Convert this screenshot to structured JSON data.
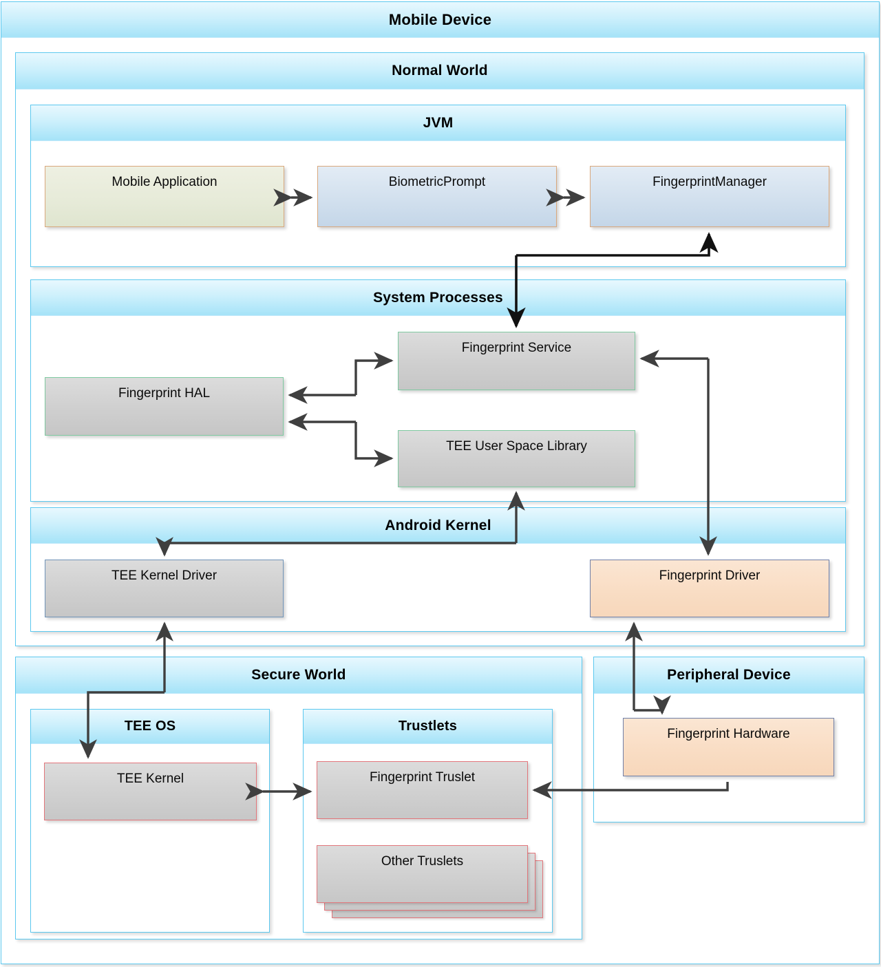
{
  "diagram": {
    "title": "Mobile Device",
    "type": "architecture-block-diagram"
  },
  "groups": {
    "mobile_device": {
      "title": "Mobile Device"
    },
    "normal_world": {
      "title": "Normal World"
    },
    "jvm": {
      "title": "JVM"
    },
    "system_processes": {
      "title": "System Processes"
    },
    "android_kernel": {
      "title": "Android Kernel"
    },
    "secure_world": {
      "title": "Secure World"
    },
    "tee_os": {
      "title": "TEE OS"
    },
    "trustlets": {
      "title": "Trustlets"
    },
    "peripheral_device": {
      "title": "Peripheral Device"
    }
  },
  "nodes": {
    "mobile_application": {
      "label": "Mobile Application"
    },
    "biometric_prompt": {
      "label": "BiometricPrompt"
    },
    "fingerprint_manager": {
      "label": "FingerprintManager"
    },
    "fingerprint_service": {
      "label": "Fingerprint Service"
    },
    "fingerprint_hal": {
      "label": "Fingerprint HAL"
    },
    "tee_user_space_library": {
      "label": "TEE User Space Library"
    },
    "tee_kernel_driver": {
      "label": "TEE Kernel Driver"
    },
    "fingerprint_driver": {
      "label": "Fingerprint Driver"
    },
    "tee_kernel": {
      "label": "TEE Kernel"
    },
    "fingerprint_truslet": {
      "label": "Fingerprint Truslet"
    },
    "other_truslets": {
      "label": "Other Truslets"
    },
    "fingerprint_hardware": {
      "label": "Fingerprint Hardware"
    }
  },
  "connections": [
    {
      "from": "mobile_application",
      "to": "biometric_prompt",
      "style": "bidirectional"
    },
    {
      "from": "biometric_prompt",
      "to": "fingerprint_manager",
      "style": "bidirectional"
    },
    {
      "from": "fingerprint_manager",
      "to": "fingerprint_service",
      "style": "bidirectional"
    },
    {
      "from": "fingerprint_service",
      "to": "fingerprint_hal",
      "style": "bidirectional"
    },
    {
      "from": "fingerprint_hal",
      "to": "tee_user_space_library",
      "style": "bidirectional"
    },
    {
      "from": "fingerprint_service",
      "to": "fingerprint_driver",
      "style": "bidirectional"
    },
    {
      "from": "tee_user_space_library",
      "to": "tee_kernel_driver",
      "style": "bidirectional"
    },
    {
      "from": "tee_kernel_driver",
      "to": "tee_kernel",
      "style": "bidirectional"
    },
    {
      "from": "tee_kernel",
      "to": "fingerprint_truslet",
      "style": "bidirectional"
    },
    {
      "from": "fingerprint_driver",
      "to": "fingerprint_hardware",
      "style": "bidirectional"
    },
    {
      "from": "fingerprint_hardware",
      "to": "fingerprint_truslet",
      "style": "directional"
    }
  ],
  "colors": {
    "group_border": "#5bc8ef",
    "header_gradient_top": "#e8f8fe",
    "header_gradient_bottom": "#a5e3f8",
    "node_gray": "#cfcfcf",
    "node_green_border": "#7ec9a0",
    "node_red_border": "#e2757a",
    "node_blue_border": "#6f93b8",
    "node_peach": "#f9ddc4",
    "node_cream": "#e7ebd9",
    "arrow": "#3f3f3f"
  }
}
